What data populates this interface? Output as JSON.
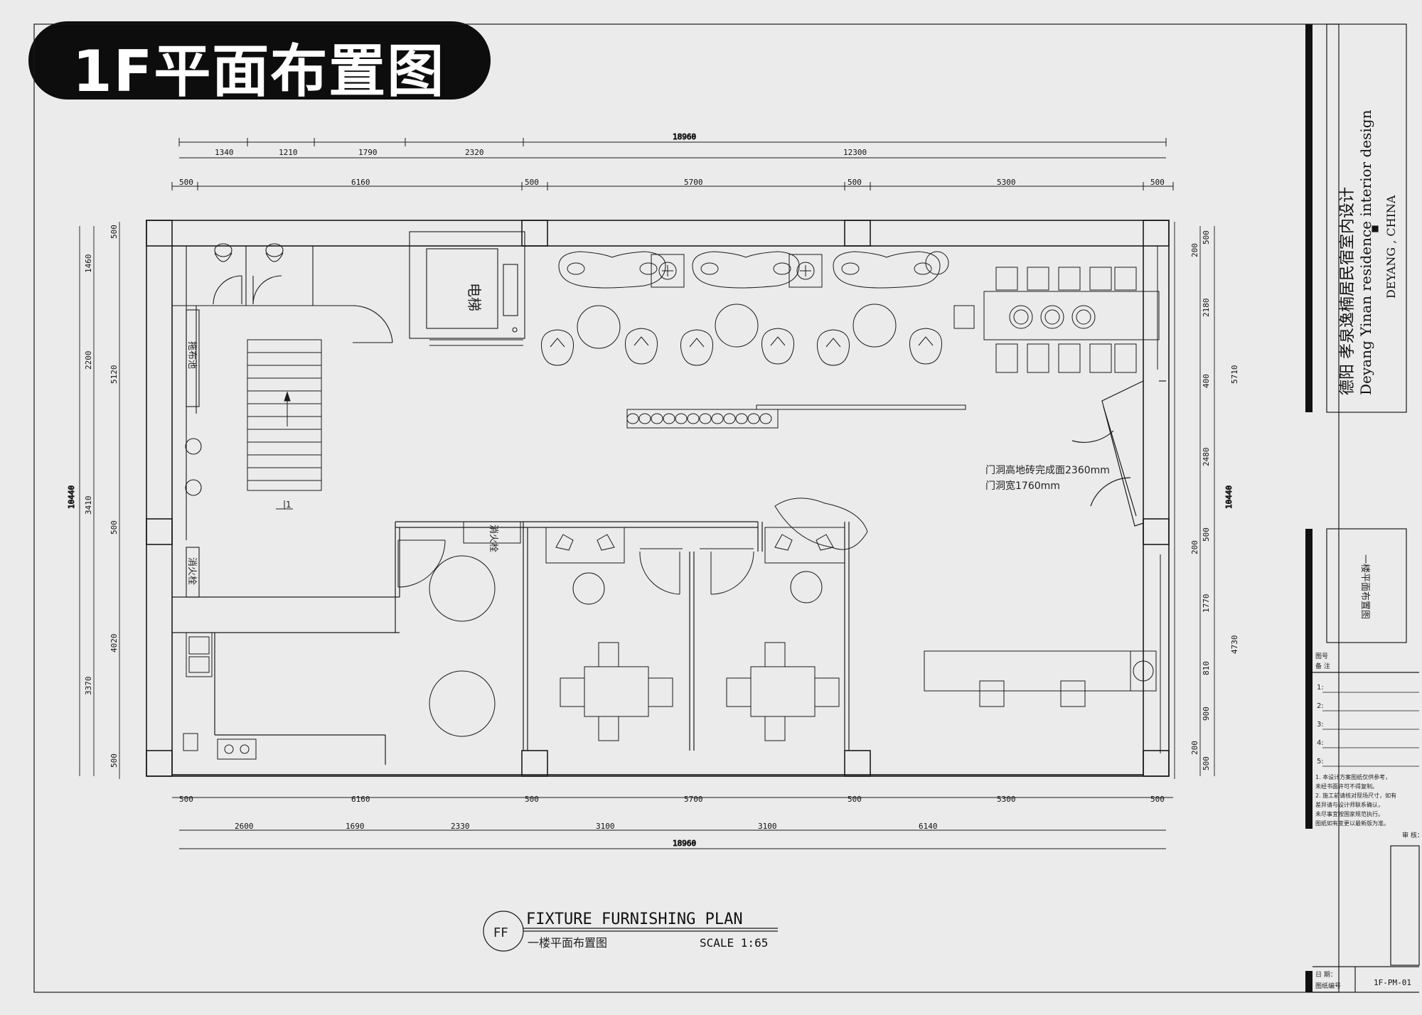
{
  "badge_title": "1F平面布置图",
  "plan": {
    "title_en": "FIXTURE FURNISHING PLAN",
    "title_cn": "一楼平面布置图",
    "scale": "SCALE 1:65",
    "marker": "FF"
  },
  "dimensions": {
    "top_total": "18960",
    "top_row1": [
      "1340",
      "1210",
      "1790",
      "2320",
      "12300"
    ],
    "top_row2": [
      "500",
      "6160",
      "500",
      "5700",
      "500",
      "5300",
      "500"
    ],
    "bottom_row1": [
      "500",
      "6160",
      "500",
      "5700",
      "500",
      "5300",
      "500"
    ],
    "bottom_row2": [
      "2600",
      "1690",
      "2330",
      "3100",
      "3100",
      "6140"
    ],
    "bottom_total": "18960",
    "left_total": "10440",
    "left_outer": [
      "1460",
      "2200",
      "3410",
      "3370"
    ],
    "left_inner": [
      "500",
      "5120",
      "500",
      "4020",
      "500"
    ],
    "right_inner": [
      "200",
      "500",
      "2180",
      "400",
      "2480",
      "200",
      "500",
      "1770",
      "810",
      "900",
      "200",
      "500"
    ],
    "right_outer": [
      "5710",
      "4730"
    ],
    "right_total": "10440"
  },
  "labels": {
    "elevator": "电梯",
    "pool": "拖布池",
    "hydrant1": "消火栓",
    "hydrant2": "消火栓",
    "stair_mark": "1",
    "door_note1": "门洞高地砖完成面2360mm",
    "door_note2": "门洞宽1760mm"
  },
  "titleblock": {
    "company_cn": "德阳  孝泉逸楠居民宿室内设计",
    "company_en": "Deyang Yinan residence interior design",
    "location": "DEYANG , CHINA",
    "drawing_name": "一楼平面布置图",
    "notes_header_1": "图号",
    "notes_header_2": "备  注",
    "note_numbers": [
      "1:",
      "2:",
      "3:",
      "4:",
      "5:"
    ],
    "notes_text": [
      "1. 本设计方案图纸仅供参考，",
      "   未经书面许可不得复制。",
      "2. 施工前请核对现场尺寸，如有",
      "   差异请与设计师联系确认，",
      "   未尽事宜按国家规范执行。",
      "   图纸如有变更以最新版为准。"
    ],
    "review_label": "审 核：",
    "date_label": "日 期：",
    "drawing_no_label": "图纸编号",
    "drawing_no": "1F-PM-01"
  },
  "colors": {
    "ink": "#1a1a1a",
    "badge": "#0d0d0d",
    "paper": "#ebebeb"
  }
}
